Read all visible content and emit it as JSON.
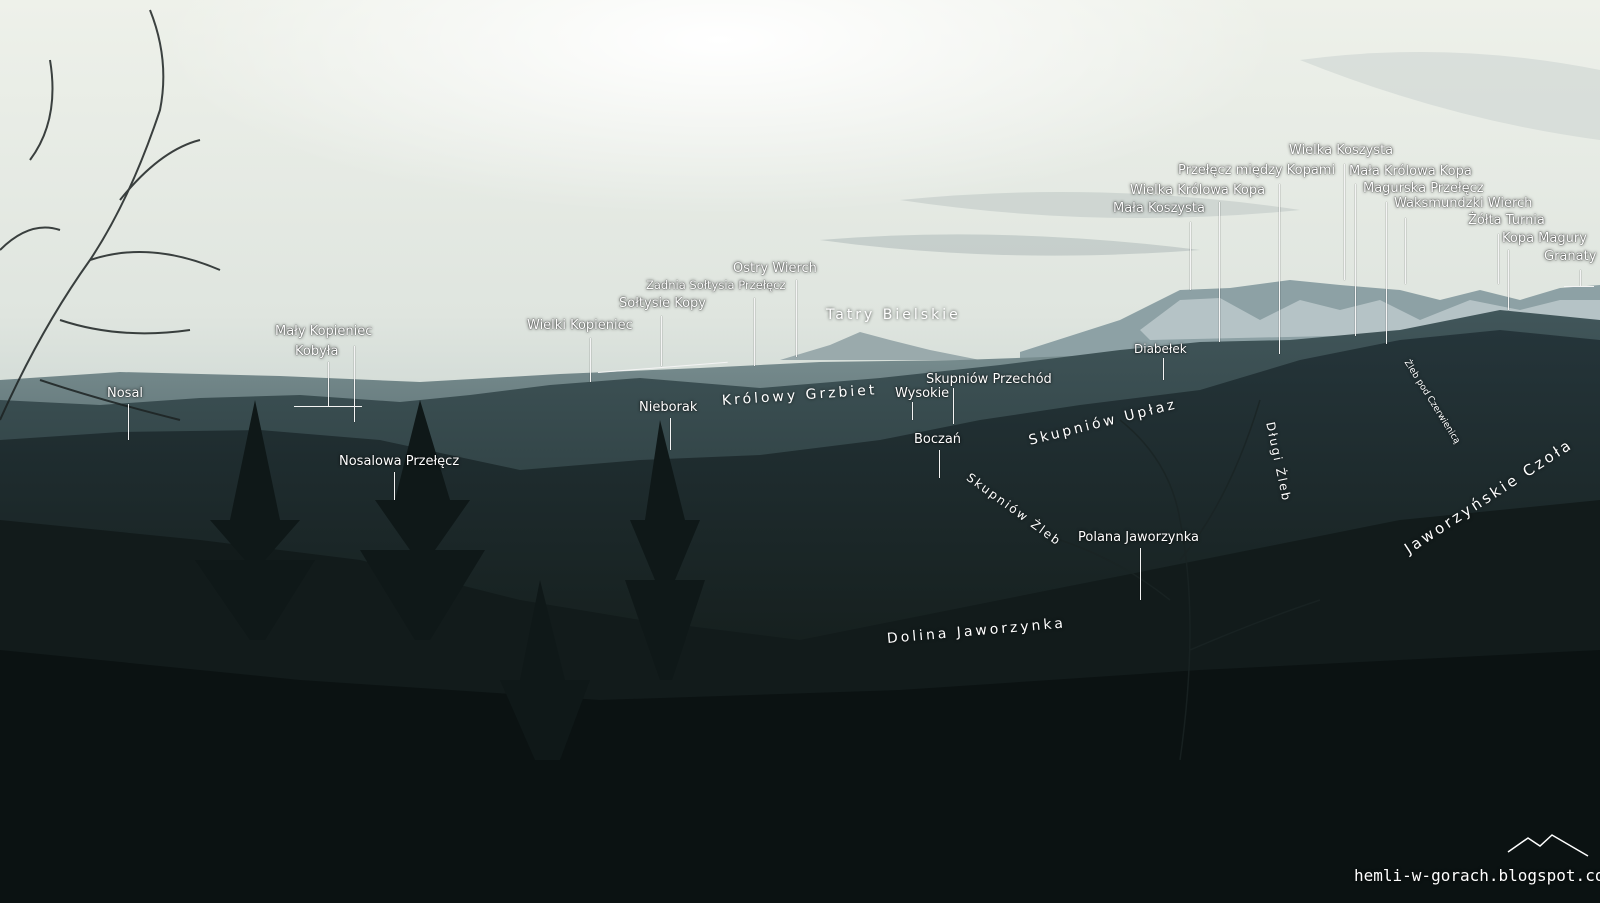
{
  "watermark": "hemli-w-gorach.blogspot.com",
  "colors": {
    "label": "#ffffff",
    "sky_top": "#f2f4ee",
    "forest": "#0e1414"
  },
  "peaks": {
    "wielka_koszysta": "Wielka Koszysta",
    "przelecz_kopami": "Przełęcz między Kopami",
    "mala_krolowa_kopa": "Mała Królowa Kopa",
    "wielka_krolowa_kopa": "Wielka Królowa Kopa",
    "magurska_przelecz": "Magurska Przełęcz",
    "mala_koszysta": "Mała Koszysta",
    "waksmundzki_wierch": "Waksmundzki Wierch",
    "zolta_turnia": "Żółta Turnia",
    "kopa_magury": "Kopa Magury",
    "granaty": "Granaty",
    "ostry_wierch": "Ostry Wierch",
    "zadnia_soltysia": "Zadnia Sołtysia Przełęcz",
    "soltysie_kopy": "Sołtysie Kopy",
    "wielki_kopieniec": "Wielki Kopieniec",
    "maly_kopieniec": "Mały Kopieniec",
    "kobyla": "Kobyła",
    "nosal": "Nosal",
    "nieborak": "Nieborak",
    "nosalowa_przelecz": "Nosalowa Przełęcz",
    "diabelek": "Diabełek",
    "skupniow_przechod": "Skupniów Przechód",
    "wysokie": "Wysokie",
    "boczan": "Boczań",
    "polana_jaworzynka": "Polana Jaworzynka"
  },
  "regions": {
    "tatry_bielskie": "Tatry Bielskie",
    "krolowy_grzbiet": "Królowy Grzbiet",
    "skupniow_uplaz": "Skupniów Upłaz",
    "skupniow_zleb": "Skupniów Żleb",
    "dlugi_zleb": "Długi Żleb",
    "zleb_pod_czerwienica": "Żleb pod Czerwienicą",
    "jaworzynskie_czola": "Jaworzyńskie Czoła",
    "dolina_jaworzynka": "Dolina Jaworzynka"
  }
}
